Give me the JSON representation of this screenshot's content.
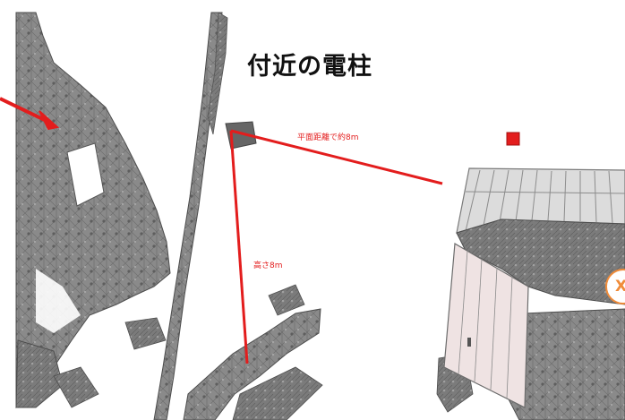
{
  "title": "付近の電柱",
  "measurements": {
    "horizontal_label": "平面距離で約8m",
    "height_label": "高さ8m"
  },
  "marker": {
    "symbol": "X"
  },
  "colors": {
    "measure_line": "#e31d1d",
    "mesh_fill": "#8c8c8c",
    "mesh_dark": "#5a5a5a",
    "marker": "#f08c3a"
  },
  "icons": {
    "pointer": "red-arrow-icon",
    "target": "red-square-marker-icon",
    "marker": "orange-circle-marker-icon"
  }
}
